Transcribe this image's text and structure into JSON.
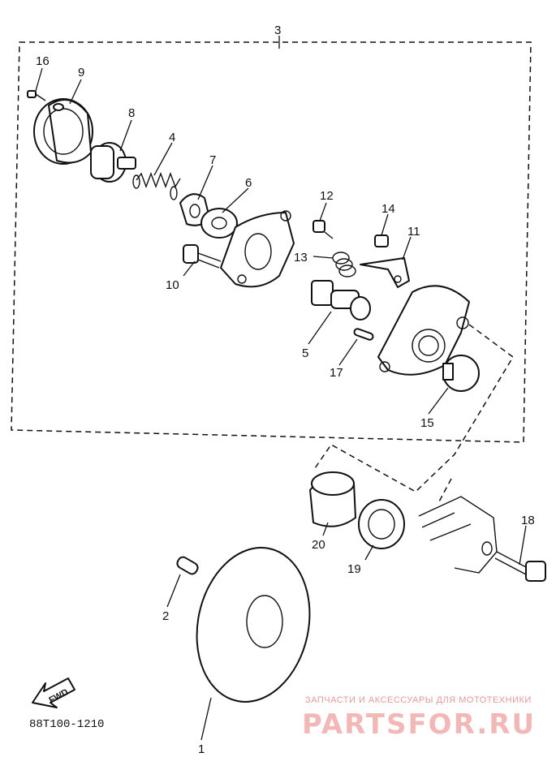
{
  "labels": {
    "p1": "1",
    "p2": "2",
    "p3": "3",
    "p4": "4",
    "p5": "5",
    "p6": "6",
    "p7": "7",
    "p8": "8",
    "p9": "9",
    "p10": "10",
    "p11": "11",
    "p12": "12",
    "p13": "13",
    "p14": "14",
    "p15": "15",
    "p16": "16",
    "p17": "17",
    "p18": "18",
    "p19": "19",
    "p20": "20"
  },
  "fwd_label": "FWD",
  "diagram_code": "88T100-1210",
  "watermark": {
    "tagline": "ЗАПЧАСТИ И АКСЕССУАРЫ ДЛЯ МОТОТЕХНИКИ",
    "logo": "PARTSFOR.RU"
  }
}
